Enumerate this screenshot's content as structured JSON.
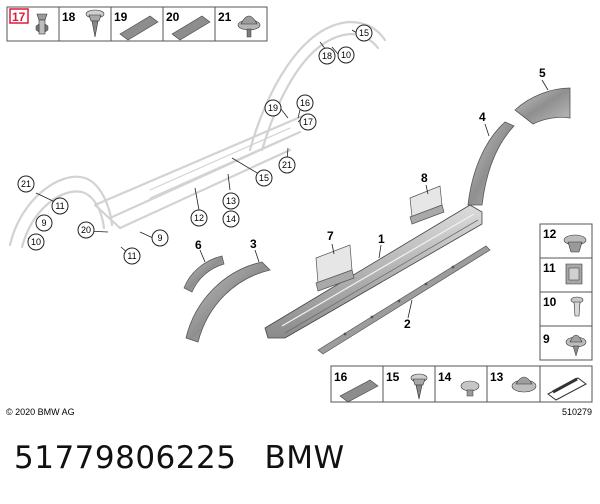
{
  "top_legend": [
    "17",
    "18",
    "19",
    "20",
    "21"
  ],
  "right_legend": [
    "12",
    "11",
    "10",
    "9"
  ],
  "bottom_legend": [
    "16",
    "15",
    "14",
    "13"
  ],
  "callouts": {
    "c15_top": "15",
    "c18_top": "18",
    "c10_top": "10",
    "c19_mid": "19",
    "c16_mid": "16",
    "c17_mid": "17",
    "c21_mid": "21",
    "c15_mid": "15",
    "c21_left": "21",
    "c11_left": "11",
    "c9_left": "9",
    "c10_left": "10",
    "c20_low": "20",
    "c9_low": "9",
    "c11_low": "11",
    "c12_low": "12"
  },
  "labels": {
    "n13": "13",
    "n14": "14",
    "n6": "6",
    "n3": "3",
    "n7": "7",
    "n1": "1",
    "n8": "8",
    "n4": "4",
    "n5": "5",
    "n2": "2"
  },
  "highlight_color": "#e0193a",
  "copyright": "© 2020 BMW AG",
  "diagram_code": "510279",
  "part_number": "51779806225",
  "brand": "BMW"
}
